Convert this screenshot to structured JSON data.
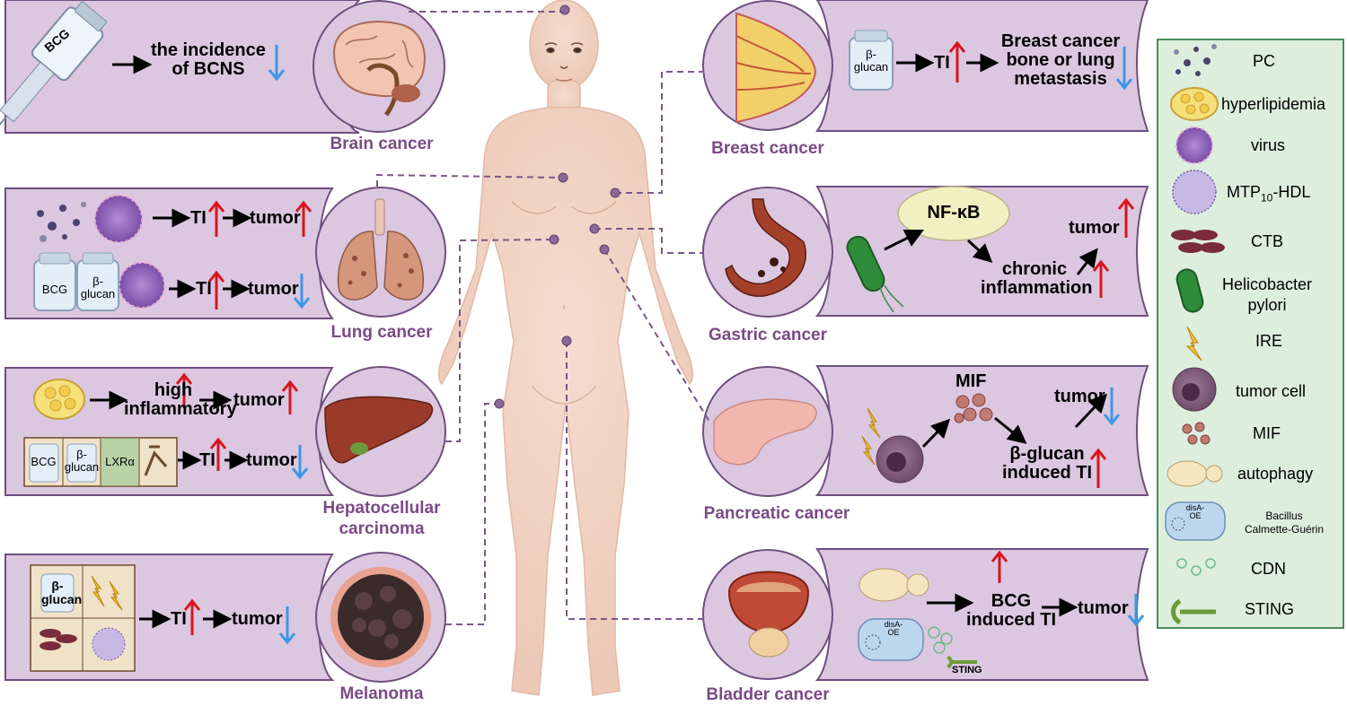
{
  "brain": {
    "caption": "Brain cancer",
    "line1": "the incidence",
    "line2": "of BCNS",
    "bcg_label": "BCG"
  },
  "lung": {
    "caption": "Lung cancer",
    "ti": "TI",
    "tumor": "tumor",
    "bcg": "BCG",
    "bglucan_1": "β-",
    "bglucan_2": "glucan"
  },
  "liver": {
    "caption_1": "Hepatocellular",
    "caption_2": "carcinoma",
    "high": "high",
    "inflammatory": "inflammatory",
    "tumor": "tumor",
    "bcg": "BCG",
    "bglucan_1": "β-",
    "bglucan_2": "glucan",
    "lxr": "LXRα",
    "ti": "TI"
  },
  "melanoma": {
    "caption": "Melanoma",
    "bglucan_1": "β-",
    "bglucan_2": "glucan",
    "ti": "TI",
    "tumor": "tumor"
  },
  "breast": {
    "caption": "Breast cancer",
    "bglucan_1": "β-",
    "bglucan_2": "glucan",
    "ti": "TI",
    "out_1": "Breast cancer",
    "out_2": "bone or lung",
    "out_3": "metastasis"
  },
  "gastric": {
    "caption": "Gastric cancer",
    "nfkb": "NF-κB",
    "tumor": "tumor",
    "chronic": "chronic",
    "inflammation": "inflammation"
  },
  "pancreatic": {
    "caption": "Pancreatic cancer",
    "mif": "MIF",
    "tumor": "tumor",
    "bg_1": "β-glucan",
    "bg_2": "induced TI"
  },
  "bladder": {
    "caption": "Bladder cancer",
    "bcg_1": "BCG",
    "bcg_2": "induced TI",
    "tumor": "tumor",
    "disa": "disA-",
    "oe": "OE",
    "sting": "STING"
  },
  "legend": {
    "pc": "PC",
    "hyperlipidemia": "hyperlipidemia",
    "virus": "virus",
    "mtp_main": "MTP",
    "mtp_sub": "10",
    "mtp_tail": "-HDL",
    "ctb": "CTB",
    "hp_1": "Helicobacter",
    "hp_2": "pylori",
    "ire": "IRE",
    "tumor_cell": "tumor cell",
    "mif": "MIF",
    "autophagy": "autophagy",
    "bcg_1": "Bacillus",
    "bcg_2": "Calmette-Guérin",
    "disa": "disA-",
    "oe": "OE",
    "cdn": "CDN",
    "sting": "STING"
  },
  "colors": {
    "panel": "#dcc7e0",
    "panel_stroke": "#6f4f7e",
    "caption": "#7b4a86",
    "up": "#d9141c",
    "down": "#3c97e6",
    "legend_bg": "#ddeedd",
    "legend_stroke": "#4d8a5d",
    "skin": "#f2d6c8",
    "connector": "#7a5888"
  }
}
